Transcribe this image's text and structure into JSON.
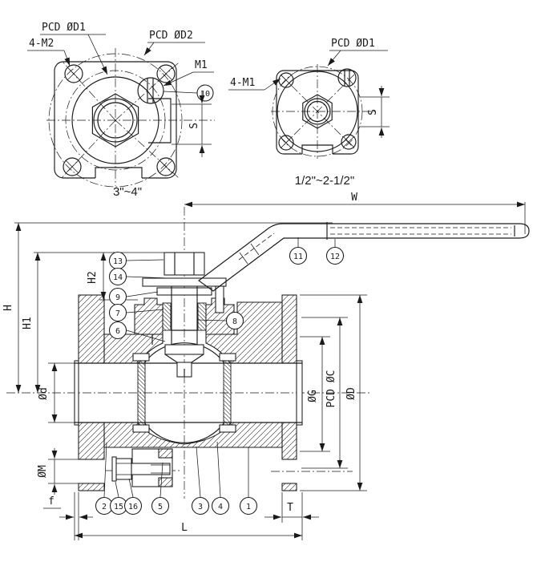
{
  "front_view_large": {
    "caption": "3\"~4\"",
    "pcd_d1": "PCD ØD1",
    "pcd_d2": "PCD ØD2",
    "bolt_spec": "4-M2",
    "thread": "M1",
    "balloon_10": "10",
    "dim_s": "S"
  },
  "front_view_small": {
    "caption": "1/2\"~2-1/2\"",
    "pcd_d1": "PCD ØD1",
    "bolt_spec": "4-M1",
    "dim_s": "S"
  },
  "section_view": {
    "dims": {
      "w": "W",
      "h": "H",
      "h1": "H1",
      "h2": "H2",
      "d_small": "Ød",
      "m": "ØM",
      "f": "f",
      "l": "L",
      "t": "T",
      "g": "ØG",
      "pcd_c": "PCD ØC",
      "d_big": "ØD"
    },
    "balloons": {
      "n1": "1",
      "n2": "2",
      "n3": "3",
      "n4": "4",
      "n5": "5",
      "n6": "6",
      "n7": "7",
      "n8": "8",
      "n9": "9",
      "n11": "11",
      "n12": "12",
      "n13": "13",
      "n14": "14",
      "n15": "15",
      "n16": "16"
    }
  },
  "colors": {
    "line": "#1a1a1a",
    "background": "#ffffff"
  }
}
